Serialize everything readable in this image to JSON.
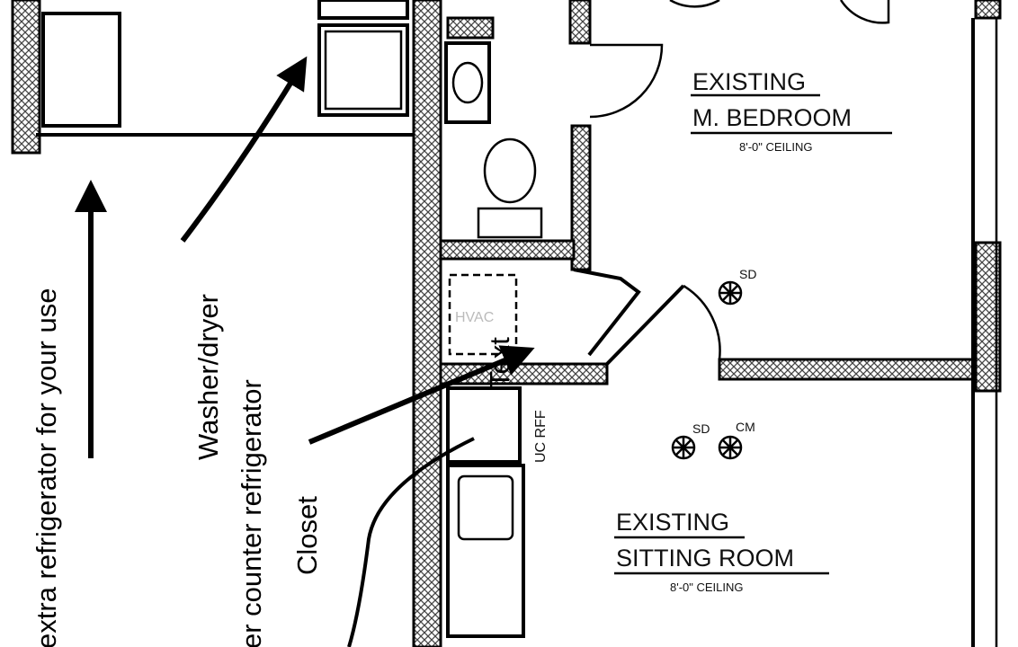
{
  "plan": {
    "bedroom_line1": "EXISTING",
    "bedroom_line2": "M. BEDROOM",
    "bedroom_ceiling": "8'-0\" CEILING",
    "sitting_line1": "EXISTING",
    "sitting_line2": "SITTING ROOM",
    "sitting_ceiling": "8'-0\" CEILING",
    "sd_1": "SD",
    "sd_2": "SD",
    "cm": "CM",
    "uc_rff": "UC RFF",
    "hvac": "HVAC"
  },
  "annotations": {
    "extra_fridge": "extra refrigerator for your use",
    "washer_dryer": "Washer/dryer",
    "under_counter": "er counter refrigerator",
    "closet": "Closet",
    "text_label": "Text"
  }
}
